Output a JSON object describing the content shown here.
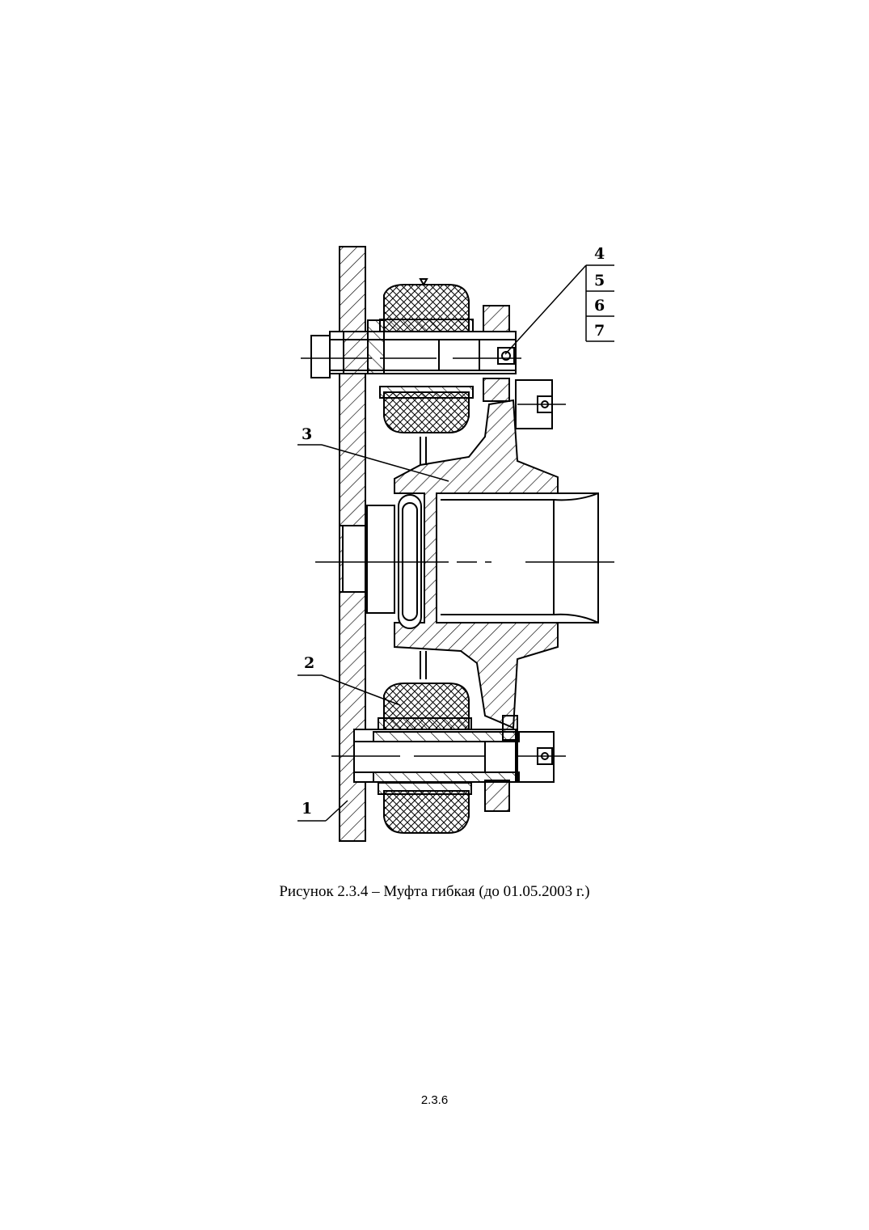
{
  "figure": {
    "callouts": {
      "c1": "1",
      "c2": "2",
      "c3": "3",
      "c4": "4",
      "c5": "5",
      "c6": "6",
      "c7": "7"
    },
    "caption": "Рисунок 2.3.4 – Муфта гибкая (до 01.05.2003 г.)"
  },
  "footer": {
    "page_number": "2.3.6"
  }
}
